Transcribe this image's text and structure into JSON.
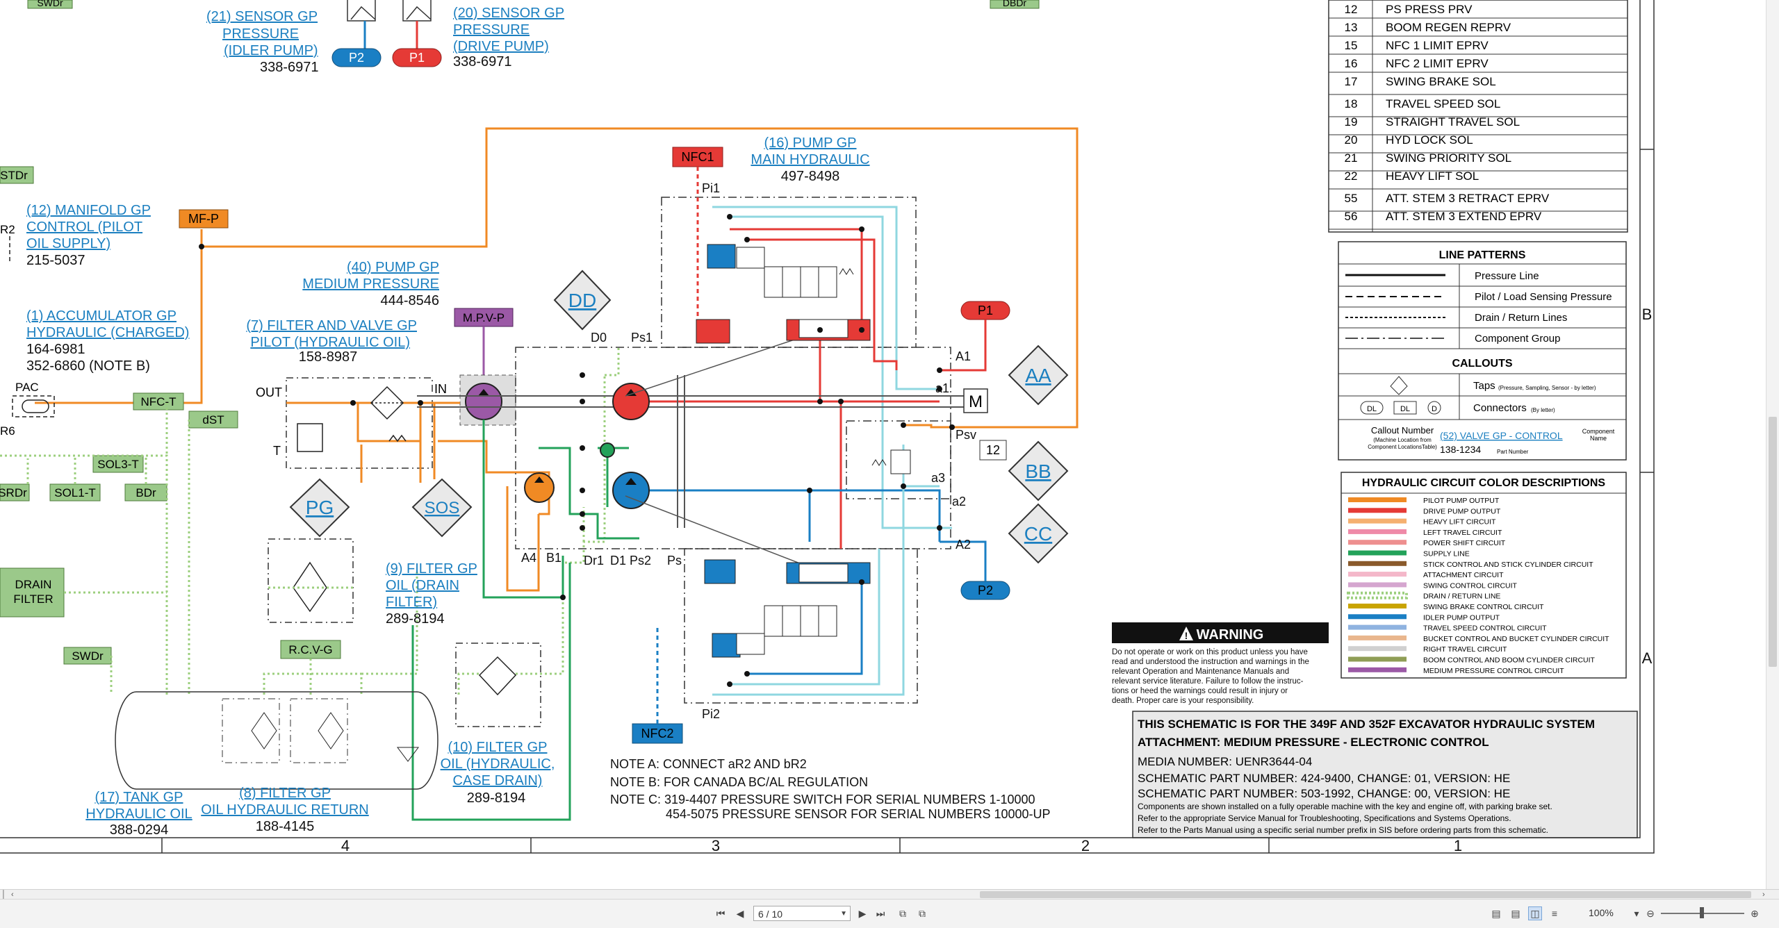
{
  "drawing": {
    "top_labels": {
      "swdr": "SWDr",
      "dbdr": "DBDr"
    },
    "sensor21": {
      "line1": "(21) SENSOR GP",
      "line2": "PRESSURE",
      "line3": "(IDLER PUMP)",
      "part": "338-6971",
      "tag": "P2"
    },
    "sensor20": {
      "line1": "(20) SENSOR GP",
      "line2": "PRESSURE",
      "line3": "(DRIVE PUMP)",
      "part": "338-6971",
      "tag": "P1"
    },
    "manifold12": {
      "line1": "(12) MANIFOLD GP",
      "line2": "CONTROL (PILOT",
      "line3": "OIL SUPPLY)",
      "part": "215-5037"
    },
    "accumulator1": {
      "line1": "(1) ACCUMULATOR GP",
      "line2": "HYDRAULIC (CHARGED)",
      "part1": "164-6981",
      "part2": "352-6860 (NOTE B)"
    },
    "pump40": {
      "line1": "(40) PUMP GP",
      "line2": "MEDIUM PRESSURE",
      "part": "444-8546"
    },
    "filter7": {
      "line1": "(7) FILTER AND VALVE GP",
      "line2": "PILOT (HYDRAULIC OIL)",
      "part": "158-8987"
    },
    "filter9": {
      "line1": "(9) FILTER GP",
      "line2": "OIL (DRAIN",
      "line3": "FILTER)",
      "part": "289-8194"
    },
    "filter10": {
      "line1": "(10) FILTER GP",
      "line2": "OIL (HYDRAULIC,",
      "line3": "CASE DRAIN)",
      "part": "289-8194"
    },
    "filter8": {
      "line1": "(8) FILTER GP",
      "line2": "OIL HYDRAULIC RETURN",
      "part": "188-4145"
    },
    "tank17": {
      "line1": "(17) TANK GP",
      "line2": "HYDRAULIC OIL",
      "part": "388-0294"
    },
    "pump16": {
      "line1": "(16) PUMP GP",
      "line2": "MAIN HYDRAULIC",
      "part": "497-8498"
    },
    "tags": {
      "mfp": "MF-P",
      "mpvp": "M.P.V-P",
      "nfc1": "NFC1",
      "nfc2": "NFC2",
      "p1": "P1",
      "p2": "P2",
      "stdr": "STDr",
      "r2": "R2",
      "r6": "R6",
      "pac": "PAC",
      "nfct": "NFC-T",
      "dst": "dST",
      "sol3t": "SOL3-T",
      "srdr": "SRDr",
      "sol1t": "SOL1-T",
      "bdr": "BDr",
      "drain_filter1": "DRAIN",
      "drain_filter2": "FILTER",
      "swdr2": "SWDr",
      "rcvg": "R.C.V-G"
    },
    "diamonds": {
      "dd": "DD",
      "pg": "PG",
      "sos": "SOS",
      "aa": "AA",
      "bb": "BB",
      "cc": "CC"
    },
    "ports": {
      "out": "OUT",
      "in": "IN",
      "t": "T",
      "d0": "D0",
      "ps1": "Ps1",
      "a1": "A1",
      "a1s": "a1",
      "psv": "Psv",
      "a3": "a3",
      "a2": "a2",
      "a2c": "A2",
      "a4": "A4",
      "b1": "B1",
      "dr1": "Dr1",
      "d1": "D1",
      "ps2": "Ps2",
      "ps": "Ps",
      "pi1": "Pi1",
      "pi2": "Pi2",
      "m": "M",
      "num12": "12"
    },
    "notes": {
      "a": "NOTE A: CONNECT aR2 AND bR2",
      "b": "NOTE B: FOR CANADA BC/AL REGULATION",
      "c1": "NOTE C: 319-4407 PRESSURE SWITCH FOR SERIAL NUMBERS 1-10000",
      "c2": "454-5075 PRESSURE SENSOR FOR SERIAL NUMBERS 10000-UP"
    },
    "zone_numbers": [
      "4",
      "3",
      "2",
      "1"
    ],
    "zone_letters": [
      "B",
      "A"
    ]
  },
  "component_table": {
    "rows": [
      {
        "num": "12",
        "name": "PS PRESS PRV"
      },
      {
        "num": "13",
        "name": "BOOM REGEN REPRV"
      },
      {
        "num": "15",
        "name": "NFC 1 LIMIT EPRV"
      },
      {
        "num": "16",
        "name": "NFC 2 LIMIT EPRV"
      },
      {
        "num": "17",
        "name": "SWING BRAKE SOL"
      },
      {
        "num": "18",
        "name": "TRAVEL SPEED SOL"
      },
      {
        "num": "19",
        "name": "STRAIGHT TRAVEL SOL"
      },
      {
        "num": "20",
        "name": "HYD LOCK SOL"
      },
      {
        "num": "21",
        "name": "SWING PRIORITY SOL"
      },
      {
        "num": "22",
        "name": "HEAVY LIFT SOL"
      },
      {
        "num": "55",
        "name": "ATT. STEM 3 RETRACT EPRV"
      },
      {
        "num": "56",
        "name": "ATT. STEM 3 EXTEND EPRV"
      }
    ]
  },
  "line_patterns": {
    "title": "LINE PATTERNS",
    "items": [
      "Pressure Line",
      "Pilot / Load Sensing Pressure",
      "Drain / Return Lines",
      "Component Group"
    ],
    "callouts_title": "CALLOUTS",
    "taps": "Taps",
    "taps_note": "(Pressure, Sampling, Sensor - by letter)",
    "connectors": "Connectors",
    "connectors_note": "(By letter)",
    "dl": "DL",
    "d": "D",
    "callout_number": "Callout Number",
    "callout_note1": "(Machine Location from",
    "callout_note2": "Component LocationsTable)",
    "sample_link": "(52) VALVE GP - CONTROL",
    "sample_part": "138-1234",
    "component_name1": "Component",
    "component_name2": "Name",
    "part_number": "Part Number"
  },
  "color_descriptions": {
    "title": "HYDRAULIC CIRCUIT COLOR DESCRIPTIONS",
    "items": [
      {
        "label": "PILOT PUMP OUTPUT",
        "color": "#f08a24"
      },
      {
        "label": "DRIVE PUMP OUTPUT",
        "color": "#e53a36"
      },
      {
        "label": "HEAVY LIFT CIRCUIT",
        "color": "#f5b070"
      },
      {
        "label": "LEFT TRAVEL CIRCUIT",
        "color": "#ef8aa8"
      },
      {
        "label": "POWER SHIFT CIRCUIT",
        "color": "#ee8f8f"
      },
      {
        "label": "SUPPLY LINE",
        "color": "#23a25a"
      },
      {
        "label": "STICK CONTROL AND STICK CYLINDER CIRCUIT",
        "color": "#8a5a2b"
      },
      {
        "label": "ATTACHMENT CIRCUIT",
        "color": "#f4b7c9"
      },
      {
        "label": "SWING CONTROL CIRCUIT",
        "color": "#d5a6cf"
      },
      {
        "label": "DRAIN / RETURN LINE",
        "color": "#9ccf7e"
      },
      {
        "label": "SWING BRAKE CONTROL CIRCUIT",
        "color": "#c9a400"
      },
      {
        "label": "IDLER PUMP OUTPUT",
        "color": "#1a7fc4"
      },
      {
        "label": "TRAVEL SPEED CONTROL CIRCUIT",
        "color": "#8fb3e0"
      },
      {
        "label": "BUCKET CONTROL AND BUCKET CYLINDER CIRCUIT",
        "color": "#e9b68d"
      },
      {
        "label": "RIGHT TRAVEL CIRCUIT",
        "color": "#d0d0d0"
      },
      {
        "label": "BOOM CONTROL AND BOOM CYLINDER CIRCUIT",
        "color": "#8f9e55"
      },
      {
        "label": "MEDIUM PRESSURE CONTROL CIRCUIT",
        "color": "#9b59a6"
      }
    ]
  },
  "warning": {
    "title": "WARNING",
    "lines": [
      "Do not operate or work on this product unless you have",
      "read and understood the instruction and warnings in the",
      "relevant Operation and Maintenance Manuals and",
      "relevant service literature. Failure to follow the instruc-",
      "tions or heed the warnings could result in injury or",
      "death. Proper care is your responsibility."
    ]
  },
  "title_block": {
    "line1": "THIS SCHEMATIC IS FOR THE 349F AND 352F EXCAVATOR HYDRAULIC SYSTEM",
    "line2": "ATTACHMENT: MEDIUM PRESSURE - ELECTRONIC CONTROL",
    "media": "MEDIA NUMBER: UENR3644-04",
    "part1": "SCHEMATIC PART NUMBER: 424-9400, CHANGE: 01, VERSION: HE",
    "part2": "SCHEMATIC PART NUMBER: 503-1992, CHANGE: 00, VERSION: HE",
    "small1": "Components are shown installed on a fully operable machine with the key and engine off, with parking brake set.",
    "small2": "Refer to the appropriate Service Manual for Troubleshooting, Specifications and Systems Operations.",
    "small3": "Refer to the Parts Manual using a specific serial number prefix in SIS before ordering parts from this schematic."
  },
  "viewer": {
    "page_field": "6 / 10",
    "zoom": "100%"
  }
}
